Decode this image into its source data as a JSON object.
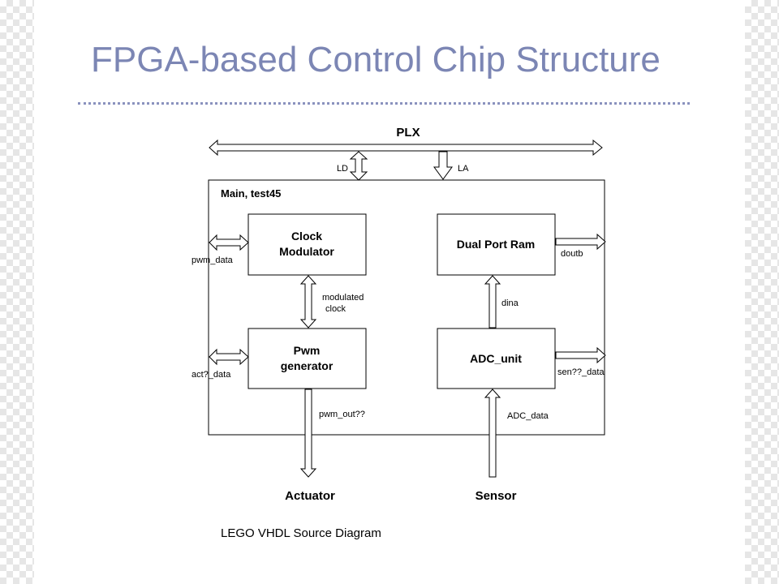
{
  "title": "FPGA-based Control Chip Structure",
  "diagram": {
    "bus": "PLX",
    "bus_links": {
      "ld": "LD",
      "la": "LA"
    },
    "container": "Main, test45",
    "blocks": {
      "clock": [
        "Clock",
        "Modulator"
      ],
      "pwm": [
        "Pwm",
        "generator"
      ],
      "ram": "Dual Port Ram",
      "adc": "ADC_unit"
    },
    "signals": {
      "pwm_data": "pwm_data",
      "act_data": "act?_data",
      "modulated_clock": [
        "modulated",
        "clock"
      ],
      "pwm_out": "pwm_out??",
      "doutb": "doutb",
      "dina": "dina",
      "sen_data": "sen??_data",
      "adc_data": "ADC_data"
    },
    "external": {
      "actuator": "Actuator",
      "sensor": "Sensor"
    },
    "caption": "LEGO VHDL Source Diagram"
  }
}
